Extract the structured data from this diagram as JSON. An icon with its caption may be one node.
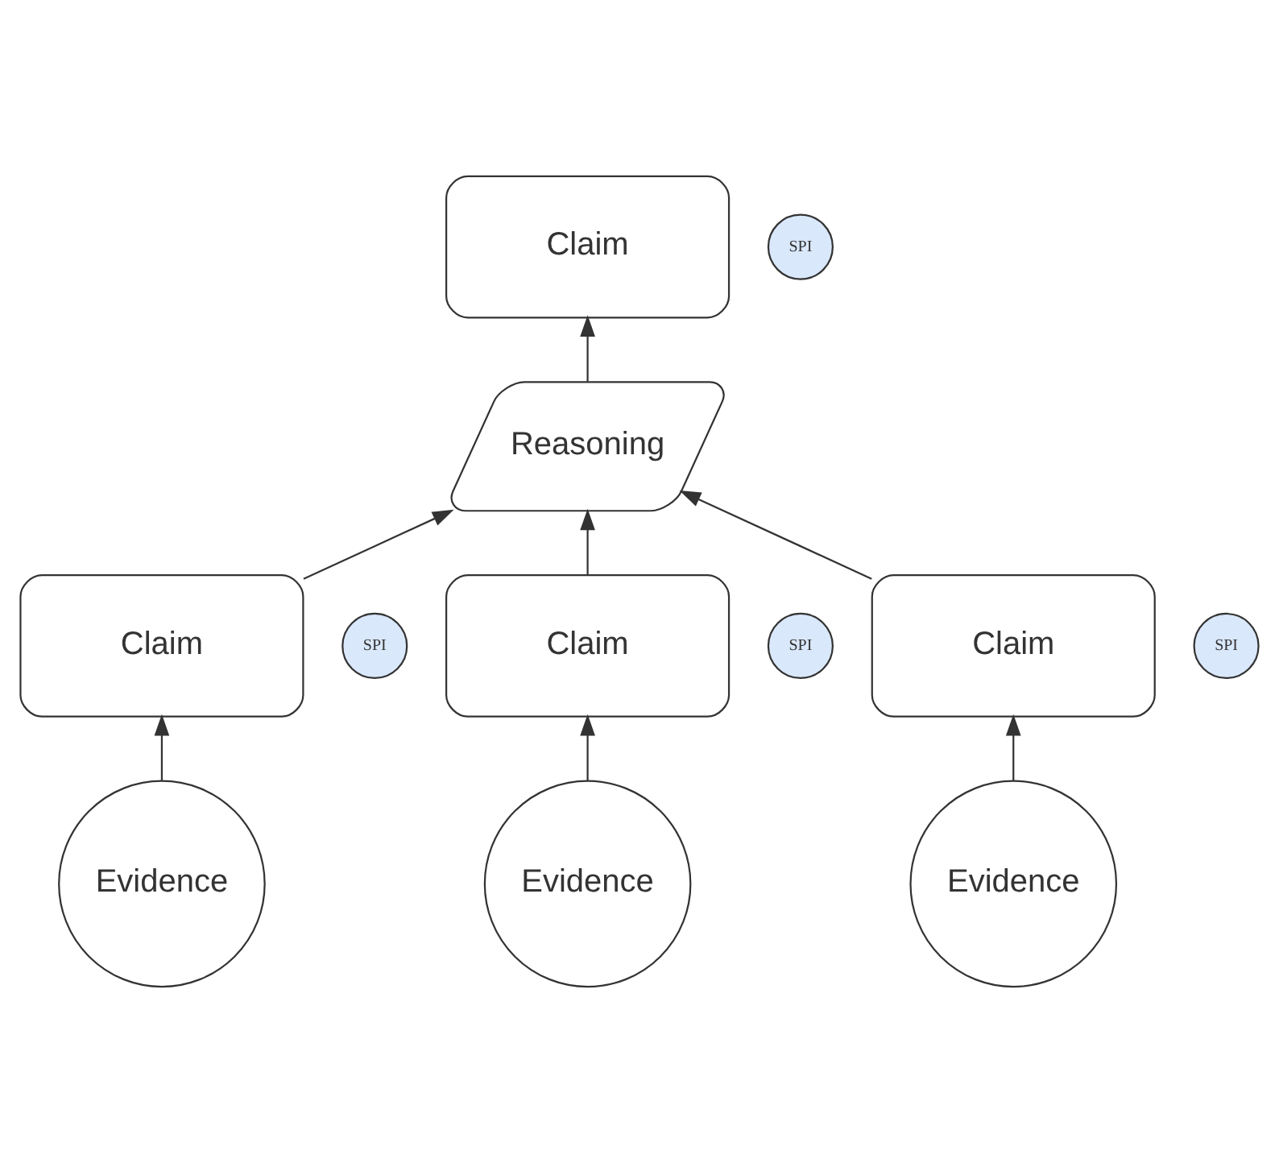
{
  "diagram": {
    "nodes": [
      {
        "text": [
          "Claim"
        ]
      },
      {
        "text": [
          "SPI"
        ]
      },
      {
        "text": [
          "Reasoning"
        ]
      },
      {
        "text": [
          "Claim"
        ]
      },
      {
        "text": [
          "SPI"
        ]
      },
      {
        "text": [
          "Claim"
        ]
      },
      {
        "text": [
          "SPI"
        ]
      },
      {
        "text": [
          "Claim"
        ]
      },
      {
        "text": [
          "SPI"
        ]
      },
      {
        "text": [
          "Evidence"
        ]
      },
      {
        "text": [
          "Evidence"
        ]
      },
      {
        "text": [
          "Evidence"
        ]
      }
    ],
    "edges": [
      {
        "from": 2,
        "to": 0,
        "arrow": "to"
      },
      {
        "from": 3,
        "to": 2,
        "arrow": "to"
      },
      {
        "from": 5,
        "to": 2,
        "arrow": "to"
      },
      {
        "from": 7,
        "to": 2,
        "arrow": "to"
      },
      {
        "from": 9,
        "to": 3,
        "arrow": "to"
      },
      {
        "from": 10,
        "to": 5,
        "arrow": "to"
      },
      {
        "from": 11,
        "to": 7,
        "arrow": "to"
      }
    ]
  }
}
